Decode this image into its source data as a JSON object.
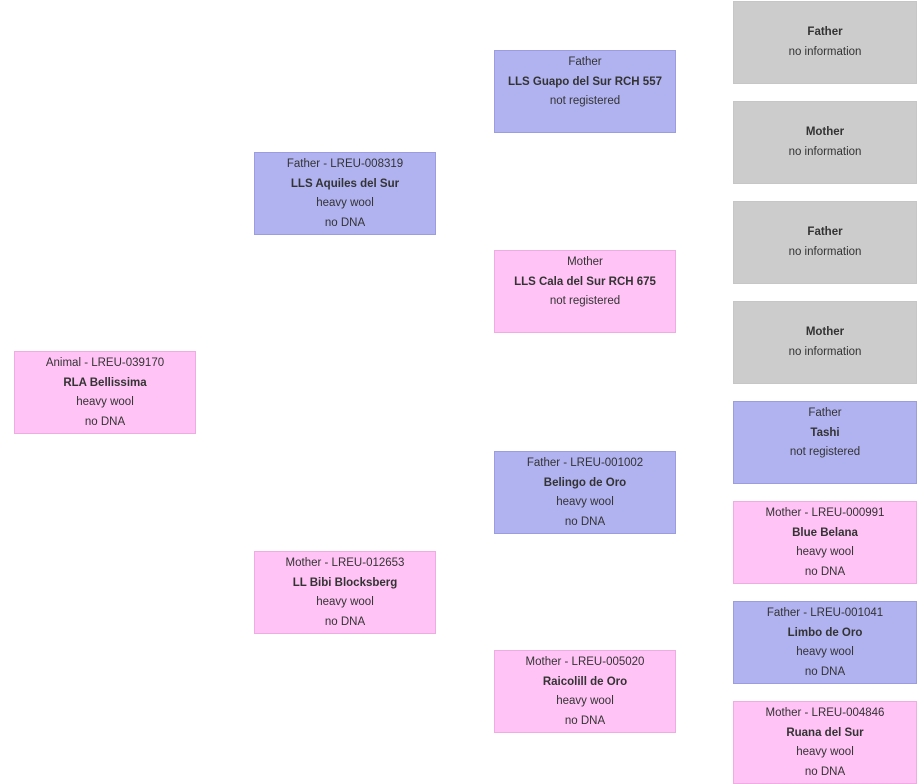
{
  "legend_colors": {
    "father_box": "#B1B3F0",
    "mother_box": "#FFC4F5",
    "no_information_box": "#CCCCCC",
    "text": "#333333",
    "background": "#FFFFFF"
  },
  "boxes": {
    "subject": {
      "label": "Animal - LREU-039170",
      "name": "RLA Bellissima",
      "detail1": "heavy wool",
      "detail2": "no DNA"
    },
    "father": {
      "label": "Father - LREU-008319",
      "name": "LLS Aquiles del Sur",
      "detail1": "heavy wool",
      "detail2": "no DNA"
    },
    "mother": {
      "label": "Mother - LREU-012653",
      "name": "LL Bibi Blocksberg",
      "detail1": "heavy wool",
      "detail2": "no DNA"
    },
    "paternal_grandfather": {
      "label": "Father",
      "name": "LLS Guapo del Sur RCH 557",
      "detail1": "not registered"
    },
    "paternal_grandmother": {
      "label": "Mother",
      "name": "LLS Cala del Sur RCH 675",
      "detail1": "not registered"
    },
    "maternal_grandfather": {
      "label": "Father - LREU-001002",
      "name": "Belingo de Oro",
      "detail1": "heavy wool",
      "detail2": "no DNA"
    },
    "maternal_grandmother": {
      "label": "Mother - LREU-005020",
      "name": "Raicolill de Oro",
      "detail1": "heavy wool",
      "detail2": "no DNA"
    },
    "ggp1": {
      "name": "Father",
      "detail1": "no information"
    },
    "ggp2": {
      "name": "Mother",
      "detail1": "no information"
    },
    "ggp3": {
      "name": "Father",
      "detail1": "no information"
    },
    "ggp4": {
      "name": "Mother",
      "detail1": "no information"
    },
    "ggp5": {
      "label": "Father",
      "name": "Tashi",
      "detail1": "not registered"
    },
    "ggp6": {
      "label": "Mother - LREU-000991",
      "name": "Blue Belana",
      "detail1": "heavy wool",
      "detail2": "no DNA"
    },
    "ggp7": {
      "label": "Father - LREU-001041",
      "name": "Limbo de Oro",
      "detail1": "heavy wool",
      "detail2": "no DNA"
    },
    "ggp8": {
      "label": "Mother - LREU-004846",
      "name": "Ruana del Sur",
      "detail1": "heavy wool",
      "detail2": "no DNA"
    }
  }
}
